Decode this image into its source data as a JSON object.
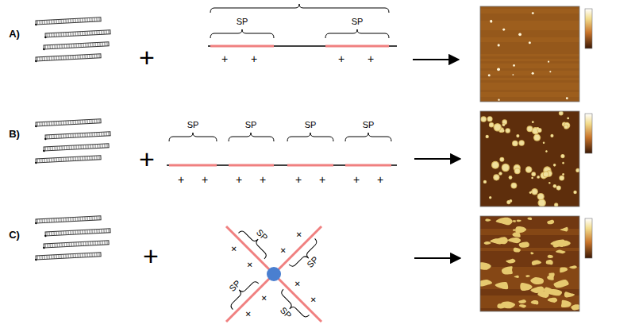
{
  "diagram": {
    "labels": [
      "A)",
      "+",
      "SP",
      "SP",
      "+",
      "+",
      "+",
      "+",
      "B)",
      "+",
      "SP",
      "SP",
      "SP",
      "SP",
      "+",
      "+",
      "+",
      "+",
      "+",
      "+",
      "+",
      "+",
      "C)",
      "+",
      "SP",
      "SP",
      "SP",
      "SP",
      "+",
      "+",
      "+",
      "+",
      "+",
      "+",
      "+",
      "+"
    ]
  }
}
